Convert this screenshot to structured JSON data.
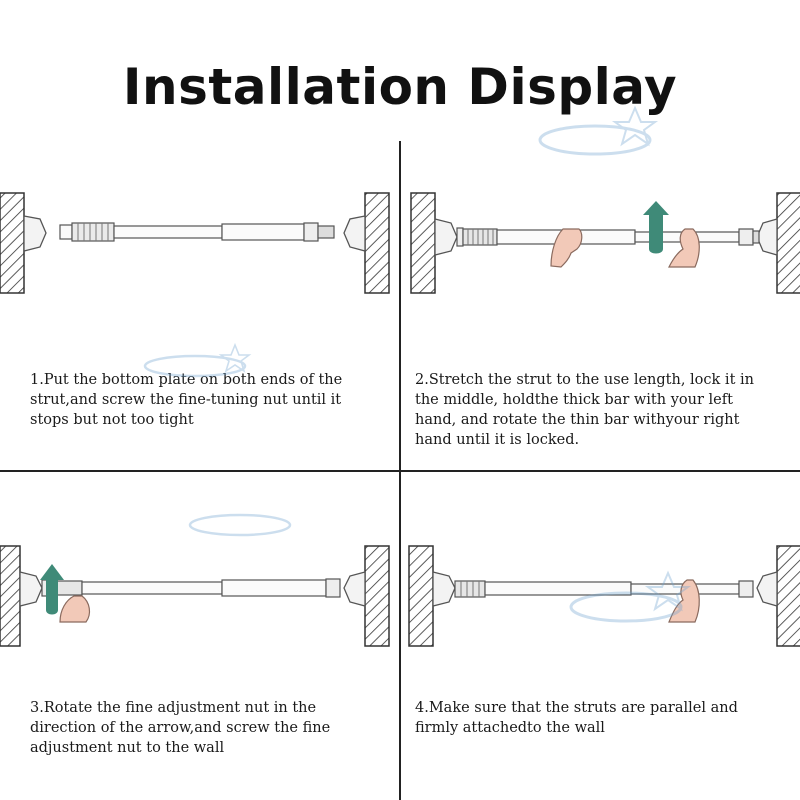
{
  "title": "Installation Display",
  "steps": [
    {
      "text": "1.Put the bottom plate on both ends of the strut,and screw the fine-tuning nut until it stops but not too tight"
    },
    {
      "text": "2.Stretch the strut to the use length, lock it in the middle, holdthe thick bar with your left hand, and rotate the thin bar withyour right hand until it is locked."
    },
    {
      "text": "3.Rotate the fine adjustment nut in the direction of the arrow,and screw the fine adjustment nut to the wall"
    },
    {
      "text": "4.Make sure that the struts are parallel and firmly attachedto the wall"
    }
  ],
  "colors": {
    "arrow": "#3f8a78",
    "hatch": "#333333",
    "bar_stroke": "#555555",
    "hand": "#e9b8a6"
  },
  "icons": [
    "rotation-arrow-icon",
    "hand-icon",
    "wall-hatch-icon"
  ]
}
